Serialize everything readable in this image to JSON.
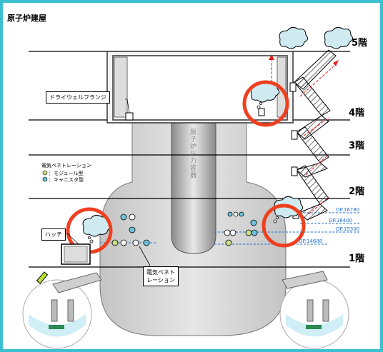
{
  "title": "原子炉建屋",
  "floors": [
    {
      "label": "5階"
    },
    {
      "label": "4階"
    },
    {
      "label": "3階"
    },
    {
      "label": "2階"
    },
    {
      "label": "1階"
    }
  ],
  "labels": {
    "drywell_flange": "ドライウェルフランジ",
    "hatch": "ハッチ",
    "penetration_callout_line1": "電気ペネト",
    "penetration_callout_line2": "レーション",
    "vessel_text": "原子炉圧力容器"
  },
  "legend": {
    "title": "電気ペネトレーション",
    "module": "：モジュール型",
    "canister": "：キャニスタ型"
  },
  "op_levels": [
    {
      "label": "OP.16780"
    },
    {
      "label": "OP.16400"
    },
    {
      "label": "OP.15300"
    },
    {
      "label": "OP.14688"
    }
  ],
  "colors": {
    "border": "#3cc0cf",
    "highlight_circle": "#ee4020",
    "op_line": "#1f6fd0",
    "module_fill": "#c9e08a",
    "canister_fill": "#6fc3df",
    "vessel": "#c9c9c9"
  }
}
